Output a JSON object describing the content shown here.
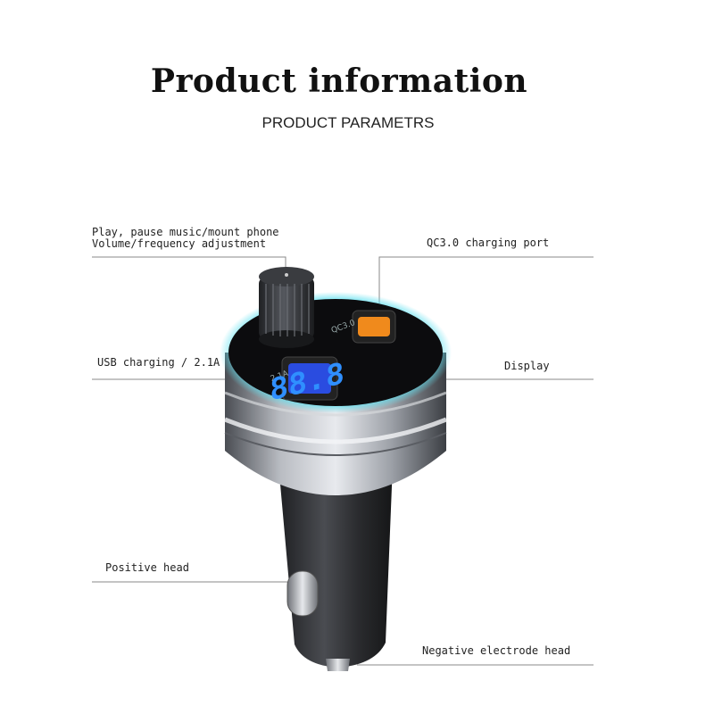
{
  "header": {
    "title": "Product information",
    "subtitle": "PRODUCT PARAMETRS"
  },
  "callouts": {
    "knob_line1": "Play, pause music/mount phone",
    "knob_line2": "Volume/frequency adjustment",
    "qc_port": "QC3.0 charging port",
    "usb_port": "USB charging / 2.1A",
    "display": "Display",
    "positive_head": "Positive head",
    "negative_head": "Negative electrode head"
  },
  "device": {
    "display_reading": "88.8",
    "qc_port_marking": "QC3.0",
    "usb_port_marking": "2.1A"
  },
  "colors": {
    "qc_port": "#f08a1c",
    "usb_port": "#2a4ce0",
    "display_digits": "#2f8fff",
    "ring_glow": "#5fe0f0"
  }
}
